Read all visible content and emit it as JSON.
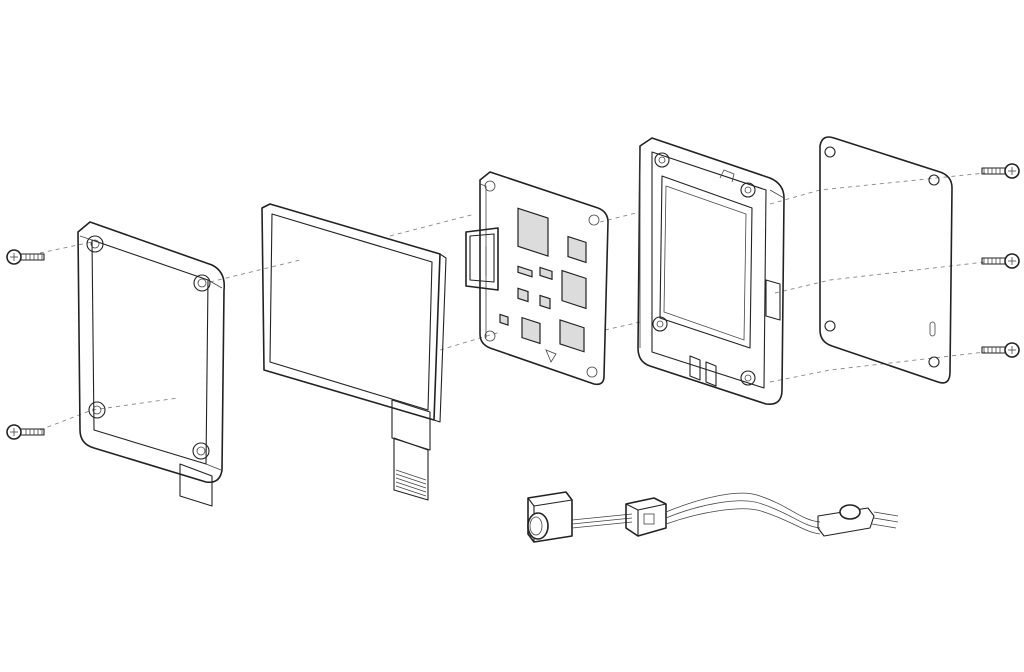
{
  "diagram": {
    "kind": "exploded-assembly-drawing",
    "style": "black line art on white",
    "colors": {
      "background": "#ffffff",
      "line": "#222222",
      "leader": "#888888",
      "glass_fill": "#f4f6f8",
      "screen_fill": "#fafafa",
      "chip_fill": "#dcdcdc"
    },
    "components": [
      {
        "name": "screw",
        "count": 5
      },
      {
        "name": "front-bezel"
      },
      {
        "name": "display-panel"
      },
      {
        "name": "circuit-board"
      },
      {
        "name": "enclosure-frame"
      },
      {
        "name": "back-cover"
      },
      {
        "name": "push-button-cable-assembly"
      }
    ]
  }
}
